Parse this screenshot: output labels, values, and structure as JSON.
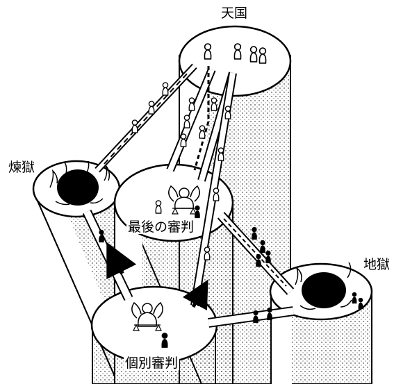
{
  "labels": {
    "heaven": "天国",
    "purgatory": "煉獄",
    "last_judgment": "最後の審判",
    "hell": "地獄",
    "particular_judgment": "個別審判"
  },
  "colors": {
    "ink": "#000000",
    "paper": "#ffffff",
    "stipple": "#000000"
  },
  "icons": {
    "soul_white": "pawn-figure-outline",
    "soul_black": "pawn-figure-filled",
    "angel": "angel-scales-icon",
    "fire": "flame-pit-icon"
  }
}
